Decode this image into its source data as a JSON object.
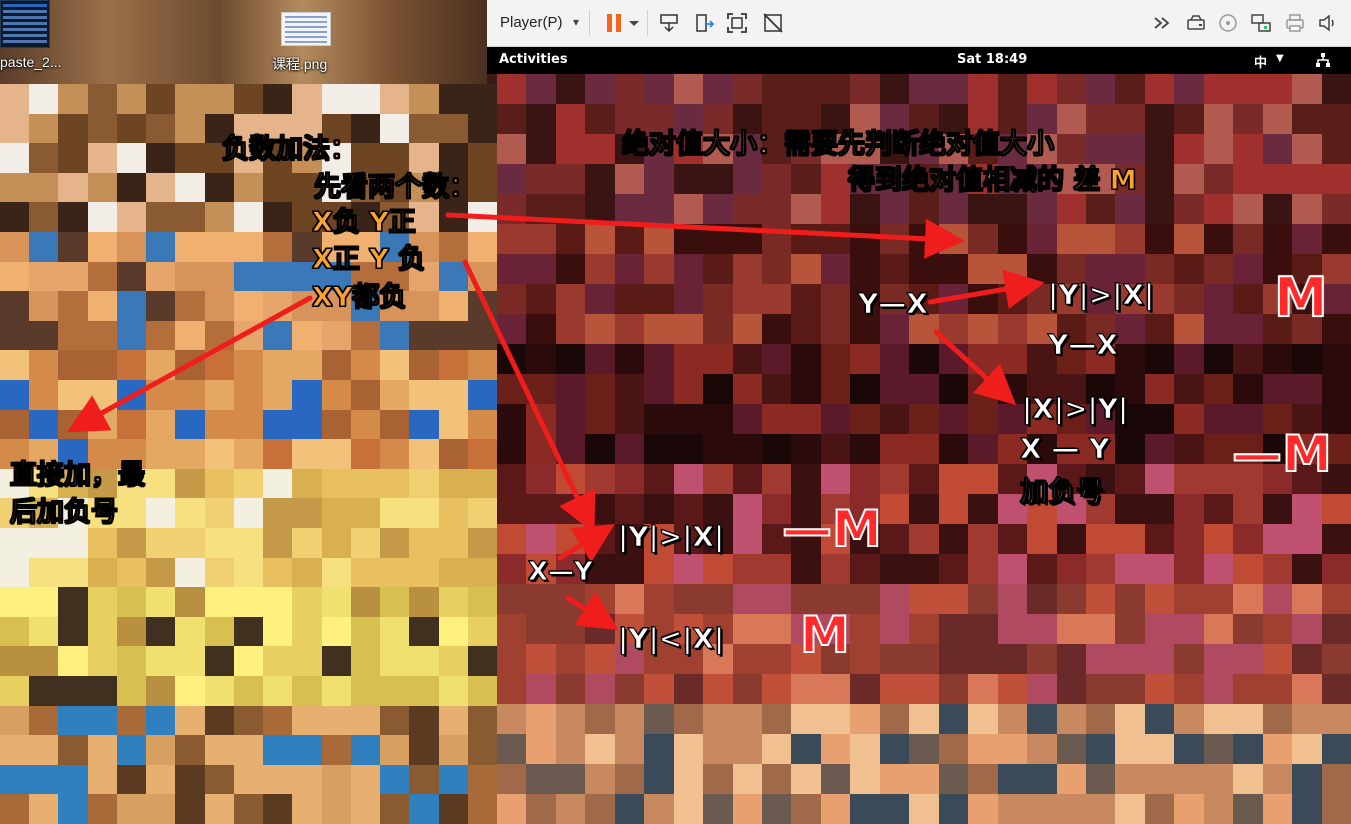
{
  "desktop": {
    "icons": [
      {
        "label": "paste_2..."
      },
      {
        "label": "课程.png"
      }
    ]
  },
  "vm_toolbar": {
    "player_menu": "Player(P)",
    "buttons": [
      "pause-icon",
      "dropdown-caret-icon",
      "send-ctrl-alt-del-icon",
      "snapshot-icon",
      "fullscreen-icon",
      "unity-icon",
      "forward-icon",
      "removable-device-icon",
      "cd-icon",
      "network-adapter-icon",
      "printer-icon",
      "sound-icon"
    ],
    "colors": {
      "pause": "#f0661f",
      "bar": "#f3f3f3"
    }
  },
  "gnome_bar": {
    "activities": "Activities",
    "clock": "Sat 18:49",
    "input_method": "中",
    "network_icon": "network-wired-icon"
  },
  "annotations": {
    "left": {
      "title": "负数加法：",
      "subtitle": "先看两个数：",
      "case1": "X负 Y正",
      "case2": "X正 Y 负",
      "case3": "XY都负",
      "both_negative_line1": "直接加，最",
      "both_negative_line2": "后加负号"
    },
    "right": {
      "title": "绝对值大小：需要先判断绝对值大小",
      "subtitle": "得到绝对值相减的 差 M",
      "yx_label": "Y—X",
      "cmp_y_gt_x": "|Y|>|X|",
      "result_pos_m": "M",
      "yx_label_2": "Y—X",
      "cmp_x_gt_y": "|X|>|Y|",
      "x_minus_y": "X — Y",
      "add_neg": "加负号",
      "result_neg_m": "—M"
    },
    "middle": {
      "cmp_y_gt_x": "|Y|>|X|",
      "result_neg_m": "—M",
      "xy_label": "X—Y",
      "cmp_y_lt_x": "|Y|<|X|",
      "result_pos_m": "M"
    }
  },
  "colors": {
    "arrow": "#f01d1d",
    "note_orange": "#ffa330",
    "note_white": "#ffffff",
    "note_red": "#ff2b2b"
  }
}
